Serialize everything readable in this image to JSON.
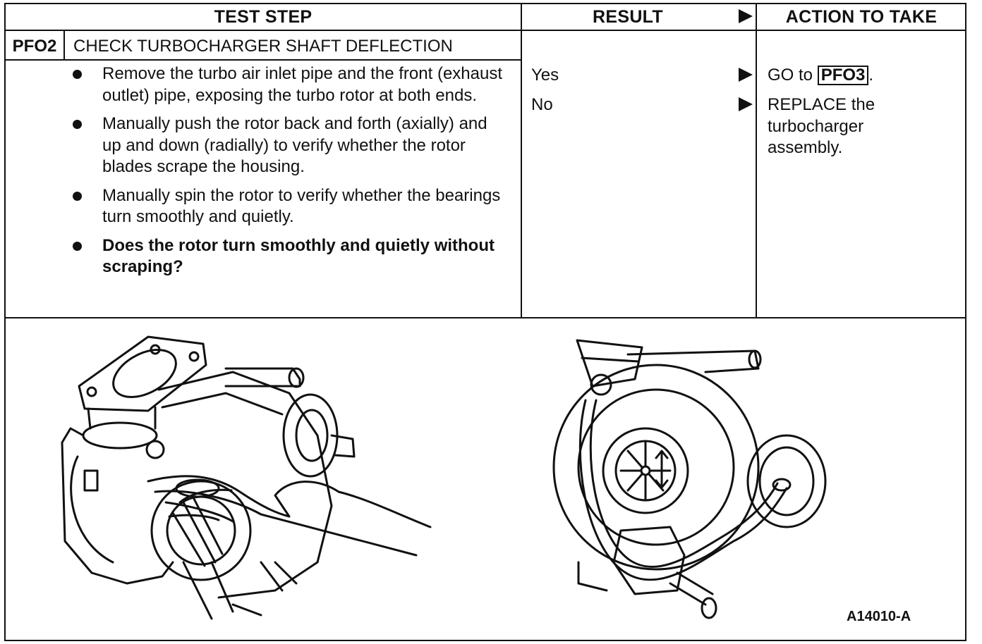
{
  "header": {
    "test_step": "TEST STEP",
    "result": "RESULT",
    "action": "ACTION TO TAKE"
  },
  "step": {
    "code": "PFO2",
    "title": "CHECK TURBOCHARGER SHAFT DEFLECTION",
    "items": [
      "Remove the turbo air inlet pipe and the front (exhaust outlet) pipe, exposing the turbo rotor at both ends.",
      "Manually push the rotor back and forth (axially) and up and down (radially) to verify whether the rotor blades scrape the housing.",
      "Manually spin the rotor to verify whether the bearings turn smoothly and quietly.",
      "Does the rotor turn smoothly and quietly without scraping?"
    ]
  },
  "results": {
    "yes": "Yes",
    "no": "No"
  },
  "actions": {
    "yes_prefix": "GO to",
    "yes_ref": "PFO3",
    "yes_suffix": ".",
    "no": "REPLACE the turbocharger assembly."
  },
  "figure": {
    "id": "A14010-A",
    "left_icon": "turbocharger-hand-icon",
    "right_icon": "turbocharger-rotor-icon"
  }
}
